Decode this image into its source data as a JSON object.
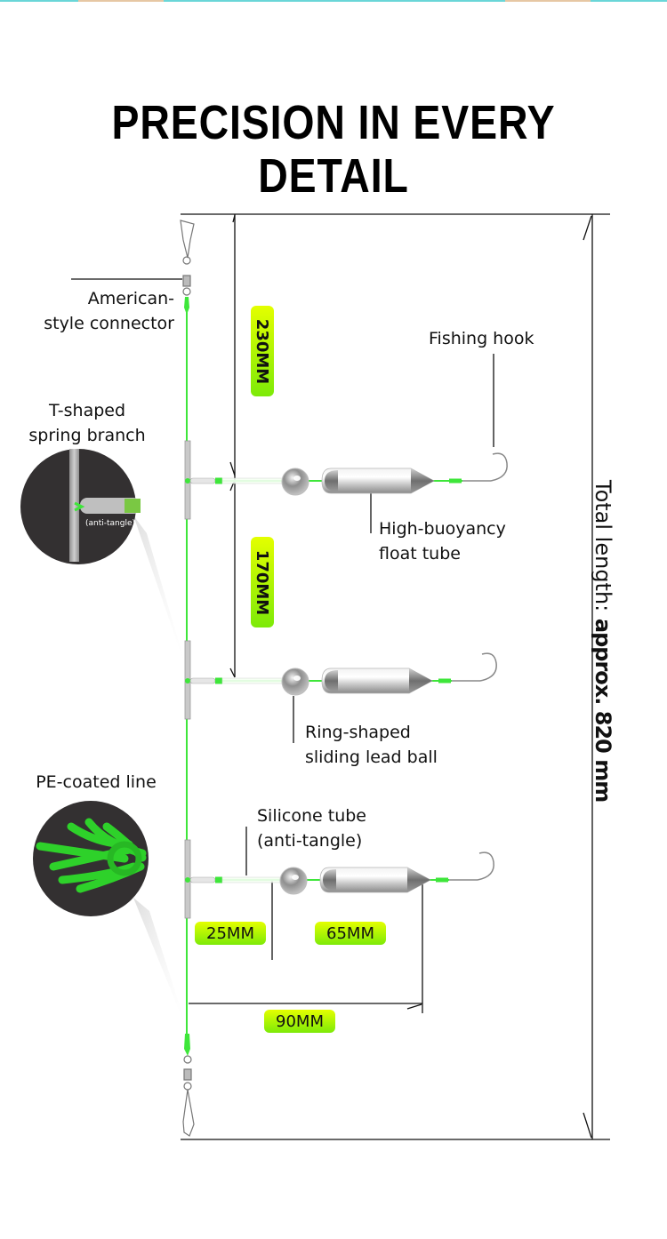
{
  "title": "PRECISION IN EVERY DETAIL",
  "labels": {
    "connector": [
      "American-",
      "style connector"
    ],
    "spring_branch": [
      "T-shaped",
      "spring branch"
    ],
    "spring_inset_caption": "(anti-tangle)",
    "fishing_hook": "Fishing hook",
    "float_tube": [
      "High-buoyancy",
      "float tube"
    ],
    "lead_ball": [
      "Ring-shaped",
      "sliding lead ball"
    ],
    "pe_line": "PE-coated line",
    "silicone_tube": [
      "Silicone tube",
      "(anti-tangle)"
    ]
  },
  "dimensions": {
    "top_to_first_branch": "230MM",
    "branch_spacing": "170MM",
    "silicone_tube_length": "25MM",
    "float_section_length": "65MM",
    "branch_length": "90MM"
  },
  "total_length": {
    "prefix": "Total length:",
    "value": "approx. 820 mm"
  },
  "colors": {
    "line_green": "#3ee63a",
    "badge_top": "#e4ff00",
    "badge_bottom": "#7dea08",
    "inset_bg": "#333031",
    "accent_bar": "#6ad6d8"
  },
  "icons": {
    "top_snap": "snap-swivel-icon",
    "bottom_snap": "snap-swivel-icon",
    "hook": "fishing-hook-icon",
    "lead_ball": "lead-ball-icon",
    "float_tube": "float-tube-icon",
    "spring_inset": "spring-branch-closeup",
    "pe_line_inset": "braided-line-closeup"
  }
}
